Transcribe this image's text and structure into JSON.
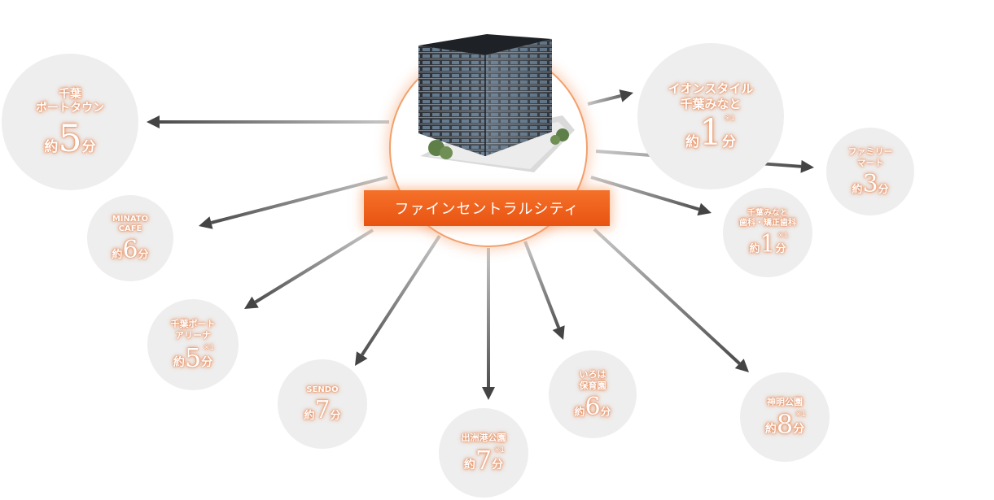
{
  "property_name": "ファインセントラルシティ",
  "spots": [
    {
      "id": "chiba-port-town",
      "name_lines": [
        "千葉",
        "ポートタウン"
      ],
      "prefix": "約",
      "number": "5",
      "suffix": "分",
      "note": ""
    },
    {
      "id": "minato-cafe",
      "name_lines": [
        "MINATO",
        "CAFE"
      ],
      "prefix": "約",
      "number": "6",
      "suffix": "分",
      "note": ""
    },
    {
      "id": "chiba-port-arena",
      "name_lines": [
        "千葉ポート",
        "アリーナ"
      ],
      "prefix": "約",
      "number": "5",
      "suffix": "分",
      "note": "※1"
    },
    {
      "id": "sendo",
      "name_lines": [
        "SENDO"
      ],
      "prefix": "約",
      "number": "7",
      "suffix": "分",
      "note": ""
    },
    {
      "id": "demizukou-park",
      "name_lines": [
        "出洲港公園"
      ],
      "prefix": "約",
      "number": "7",
      "suffix": "分",
      "note": "※1"
    },
    {
      "id": "iroha-nursery",
      "name_lines": [
        "いろは",
        "保育園"
      ],
      "prefix": "約",
      "number": "6",
      "suffix": "分",
      "note": ""
    },
    {
      "id": "shinmei-park",
      "name_lines": [
        "神明公園"
      ],
      "prefix": "約",
      "number": "8",
      "suffix": "分",
      "note": "※1"
    },
    {
      "id": "aeon-style",
      "name_lines": [
        "イオンスタイル",
        "千葉みなと"
      ],
      "prefix": "約",
      "number": "1",
      "suffix": "分",
      "note": "※1"
    },
    {
      "id": "familymart",
      "name_lines": [
        "ファミリー",
        "マート"
      ],
      "prefix": "約",
      "number": "3",
      "suffix": "分",
      "note": ""
    },
    {
      "id": "dental",
      "name_lines": [
        "千葉みなと",
        "歯科・矯正歯科"
      ],
      "prefix": "約",
      "number": "1",
      "suffix": "分",
      "note": "※1"
    }
  ]
}
